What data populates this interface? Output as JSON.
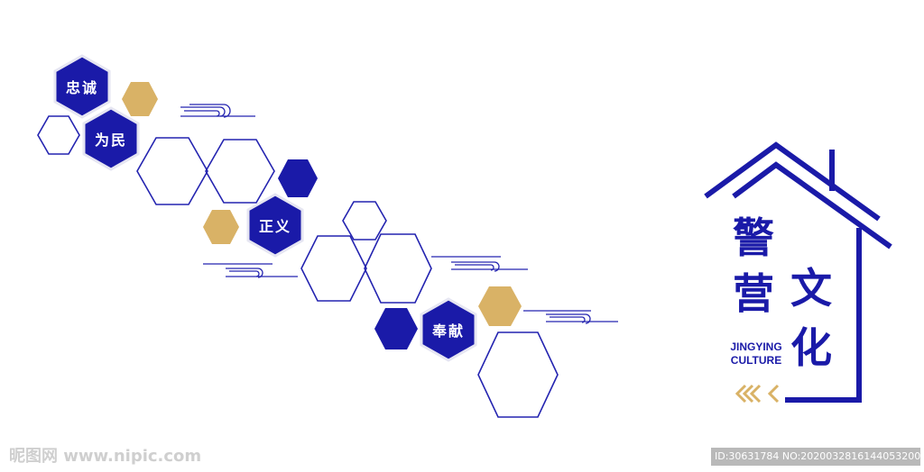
{
  "hex_labels": {
    "loyalty": "忠诚",
    "for_people": "为民",
    "justice": "正义",
    "dedication": "奉献"
  },
  "title": {
    "char1": "警",
    "char2": "营",
    "char3": "文",
    "char4": "化",
    "subtitle_line1": "JINGYING",
    "subtitle_line2": "CULTURE"
  },
  "watermark": {
    "left": "昵图网 www.nipic.com",
    "right": "ID:30631784 NO:20200328161440532000"
  },
  "colors": {
    "blue": "#1a1aa8",
    "gold": "#d9b266",
    "outline": "#2424b0"
  }
}
